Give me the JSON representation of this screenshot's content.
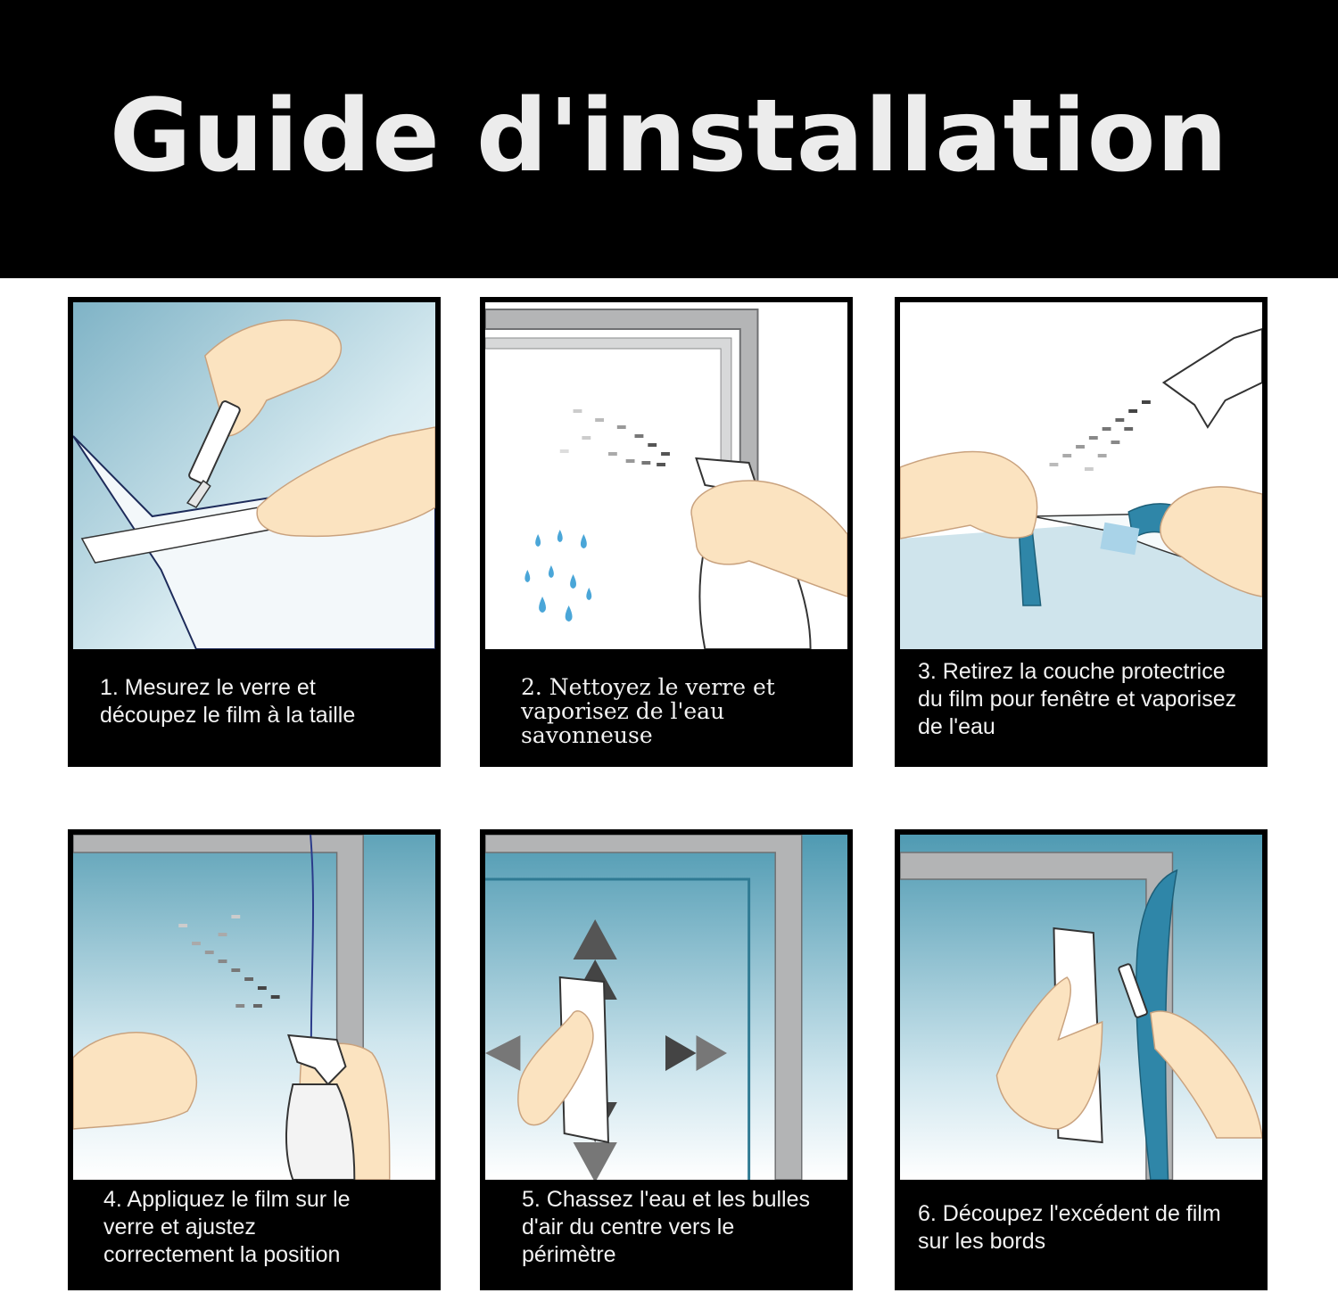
{
  "header": {
    "title": "Guide d'installation"
  },
  "steps": [
    {
      "caption": "1. Mesurez le verre et\ndécoupez le film à la taille"
    },
    {
      "caption": "2. Nettoyez le verre et\nvaporisez de l'eau\nsavonneuse"
    },
    {
      "caption": "3. Retirez la couche protectrice\ndu film pour fenêtre et vaporisez\nde l'eau"
    },
    {
      "caption": "4. Appliquez le film sur le\nverre et ajustez\ncorrectement la position"
    },
    {
      "caption": "5. Chassez l'eau et les bulles\nd'air du centre vers le\npérimètre"
    },
    {
      "caption": "6. Découpez l'excédent de film\nsur les bords"
    }
  ],
  "colors": {
    "header_bg": "#000000",
    "glass_light": "#e8f3f7",
    "glass_blue": "#8ec3d4",
    "frame_gray": "#a9aaab",
    "skin": "#fbe3c0",
    "film_blue": "#2f86a8"
  },
  "icons": [
    "cutter-icon",
    "spray-bottle-icon",
    "water-drops-icon",
    "squeegee-icon",
    "arrow-icon",
    "hand-icon"
  ]
}
